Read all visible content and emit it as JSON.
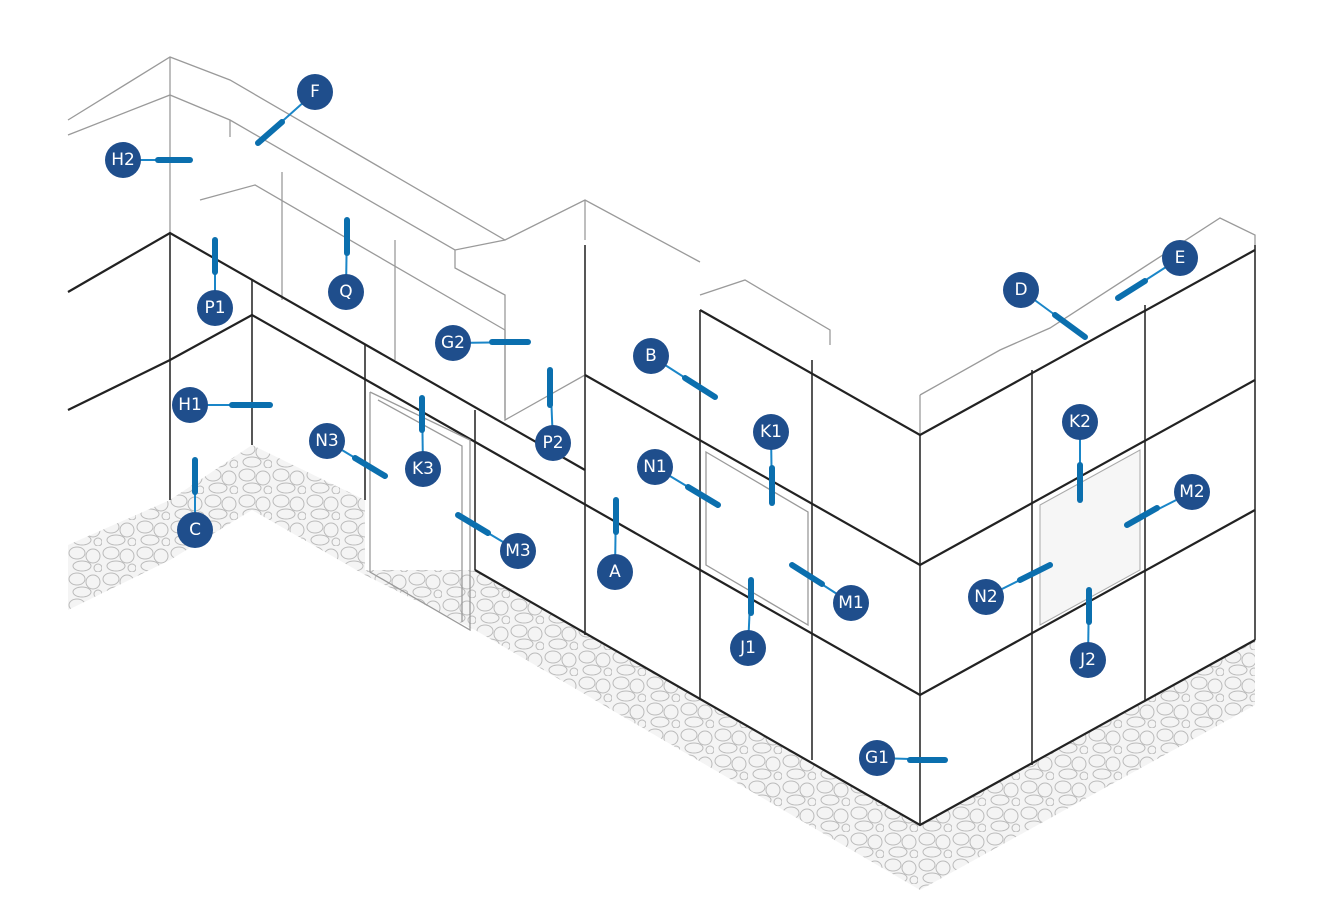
{
  "diagram": {
    "colors": {
      "callout": "#1f4e8c",
      "leader": "#1a86c8",
      "linework": "#444444"
    },
    "labels": {
      "F": "F",
      "H2": "H2",
      "P1": "P1",
      "Q": "Q",
      "G2": "G2",
      "B": "B",
      "D": "D",
      "E": "E",
      "H1": "H1",
      "N3": "N3",
      "K3": "K3",
      "P2": "P2",
      "K1": "K1",
      "N1": "N1",
      "K2": "K2",
      "M2": "M2",
      "C": "C",
      "M3": "M3",
      "A": "A",
      "M1": "M1",
      "N2": "N2",
      "J1": "J1",
      "J2": "J2",
      "G1": "G1"
    }
  }
}
